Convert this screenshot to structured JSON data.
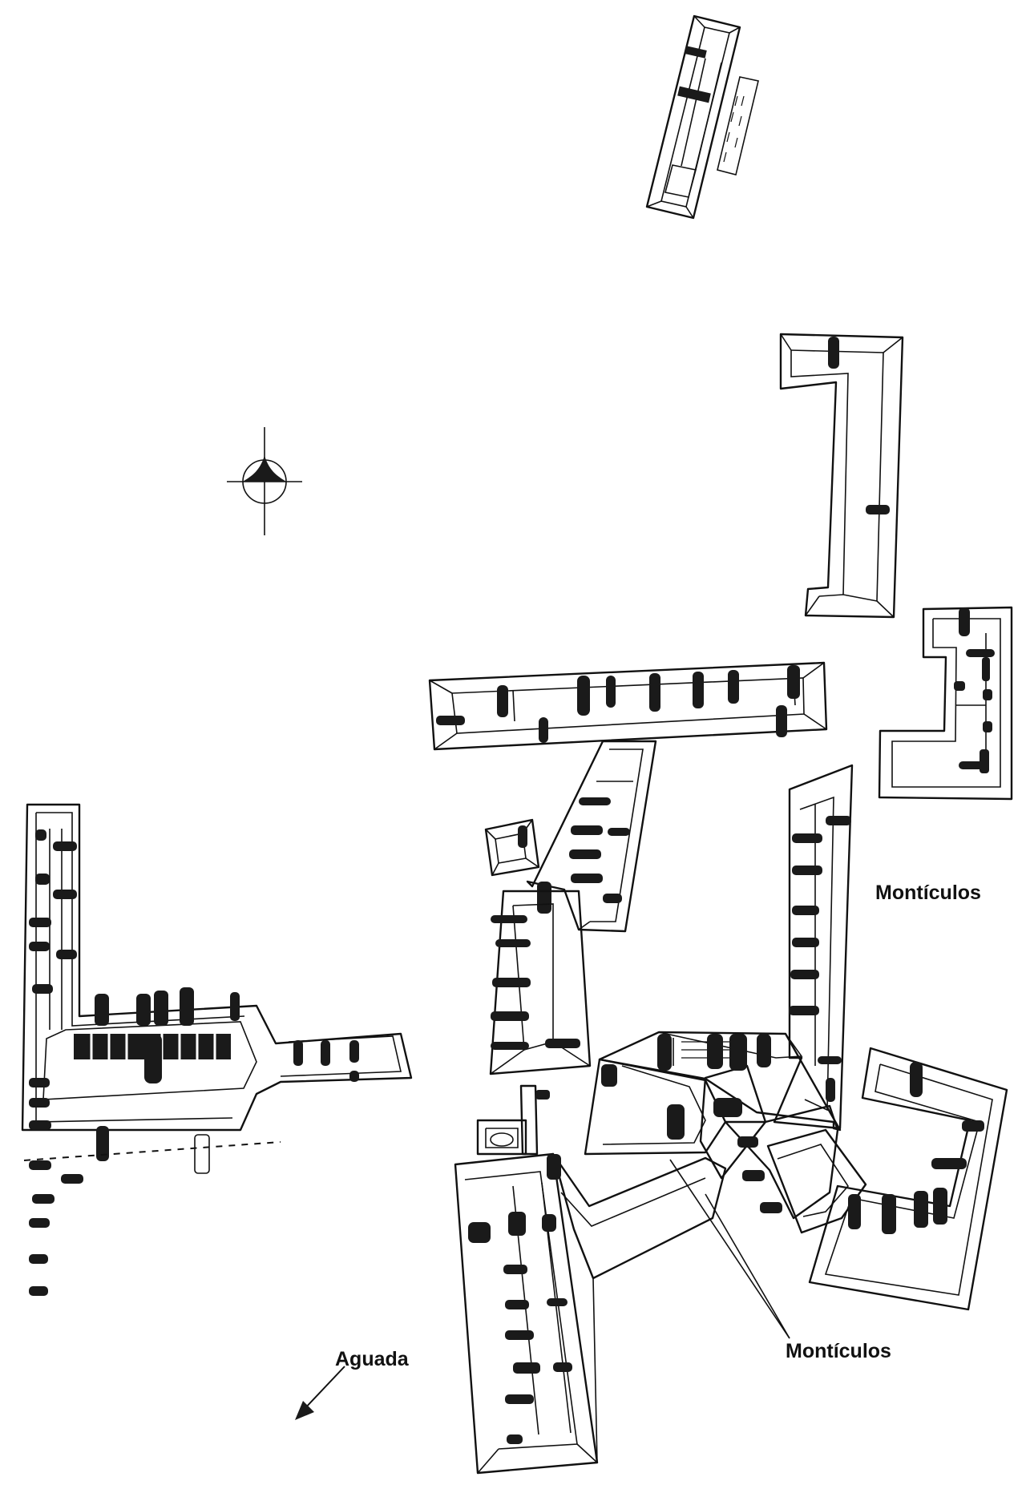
{
  "labels": {
    "mounds_right": "Montículos",
    "mounds_bottom": "Montículos",
    "water": "Aguada"
  },
  "icons": {
    "north": "north-arrow-icon",
    "water_direction": "arrow-down-left-icon"
  },
  "colors": {
    "ink": "#111111",
    "paper": "#ffffff"
  }
}
